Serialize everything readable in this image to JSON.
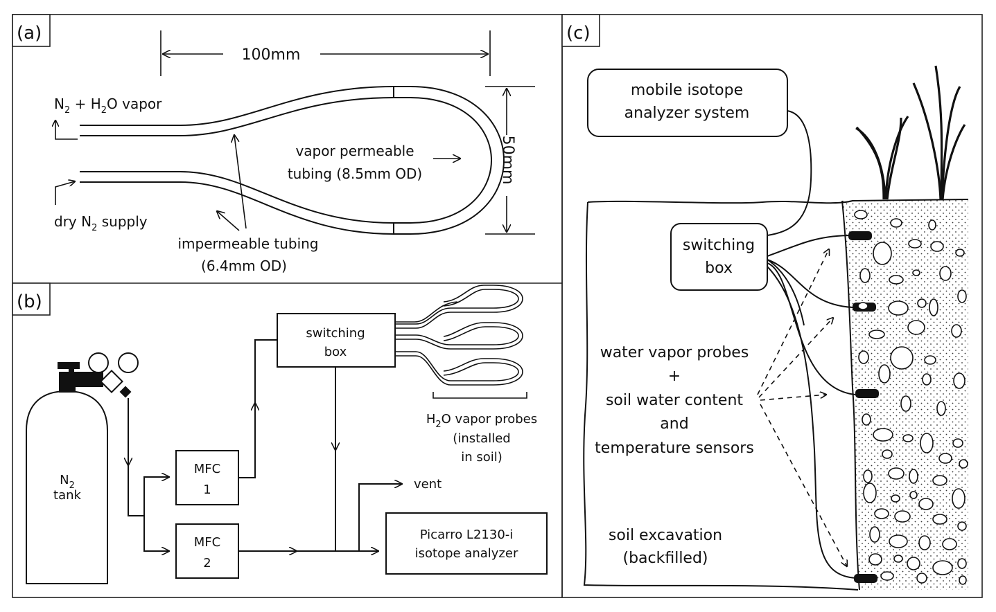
{
  "panels": {
    "a": "(a)",
    "b": "(b)",
    "c": "(c)"
  },
  "panel_a": {
    "length": "100mm",
    "height": "50mm",
    "outlet": {
      "pre": "N",
      "sub": "2",
      "mid": " + H",
      "sub2": "2",
      "post": "O vapor"
    },
    "inlet": {
      "pre": "dry N",
      "sub": "2",
      "post": " supply"
    },
    "permeable_1": "vapor permeable",
    "permeable_2": "tubing (8.5mm OD)",
    "impermeable_1": "impermeable tubing",
    "impermeable_2": "(6.4mm OD)"
  },
  "panel_b": {
    "tank_1": {
      "pre": "N",
      "sub": "2"
    },
    "tank_2": "tank",
    "mfc1_a": "MFC",
    "mfc1_b": "1",
    "mfc2_a": "MFC",
    "mfc2_b": "2",
    "switch_1": "switching",
    "switch_2": "box",
    "vent": "vent",
    "analyzer_1": "Picarro L2130-i",
    "analyzer_2": "isotope analyzer",
    "probes_1": {
      "pre": "H",
      "sub": "2",
      "post": "O vapor probes"
    },
    "probes_2": "(installed",
    "probes_3": "in soil)"
  },
  "panel_c": {
    "mobile_1": "mobile isotope",
    "mobile_2": "analyzer system",
    "switch_1": "switching",
    "switch_2": "box",
    "sensors_1": "water vapor probes",
    "sensors_2": "+",
    "sensors_3": "soil water content",
    "sensors_4": "and",
    "sensors_5": "temperature sensors",
    "excav_1": "soil excavation",
    "excav_2": "(backfilled)"
  },
  "colors": {
    "line": "#111111",
    "background": "#ffffff"
  }
}
